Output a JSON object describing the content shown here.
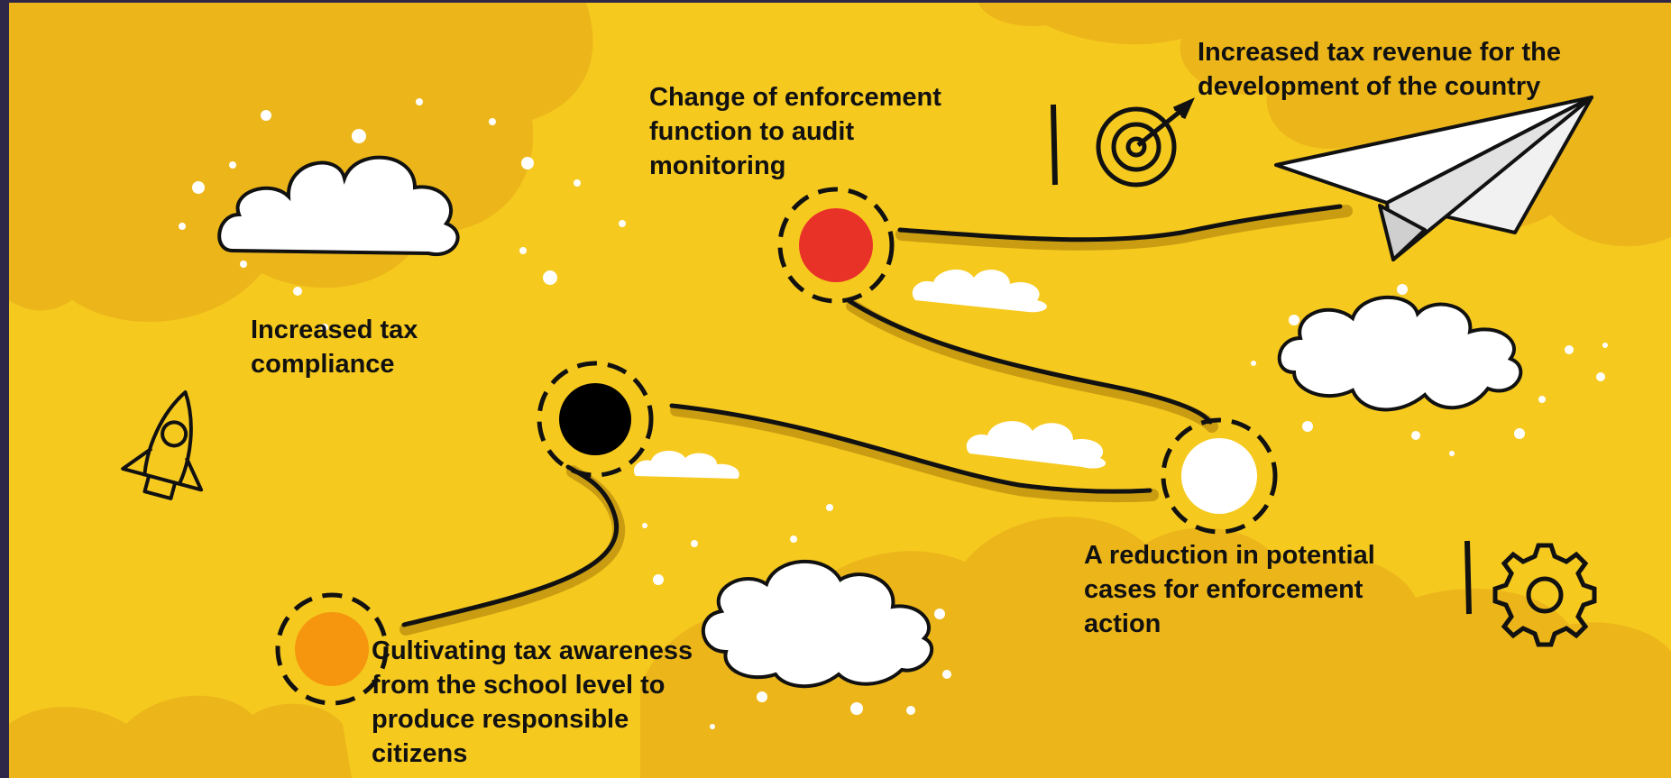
{
  "colors": {
    "background": "#f6c91f",
    "frame": "#2f2748",
    "stop_red": "#e83228",
    "stop_black": "#000000",
    "stop_white": "#ffffff",
    "stop_orange": "#f5960e"
  },
  "milestones": [
    {
      "id": "school",
      "color": "orange",
      "lines": [
        "Cultivating tax awareness",
        "from the school level to",
        "produce responsible",
        "citizens"
      ]
    },
    {
      "id": "compliance",
      "color": "black",
      "lines": [
        "Increased tax",
        "compliance"
      ]
    },
    {
      "id": "reduction",
      "color": "white",
      "lines": [
        "A reduction in potential",
        "cases for enforcement",
        "action"
      ]
    },
    {
      "id": "enforcement",
      "color": "red",
      "lines": [
        "Change of enforcement",
        "function to audit",
        "monitoring"
      ]
    },
    {
      "id": "revenue",
      "color": "none",
      "lines": [
        "Increased tax revenue for the",
        "development of the country"
      ]
    }
  ],
  "icons": [
    "rocket-icon",
    "target-icon",
    "gear-icon",
    "paper-plane-icon",
    "cloud-icon"
  ]
}
